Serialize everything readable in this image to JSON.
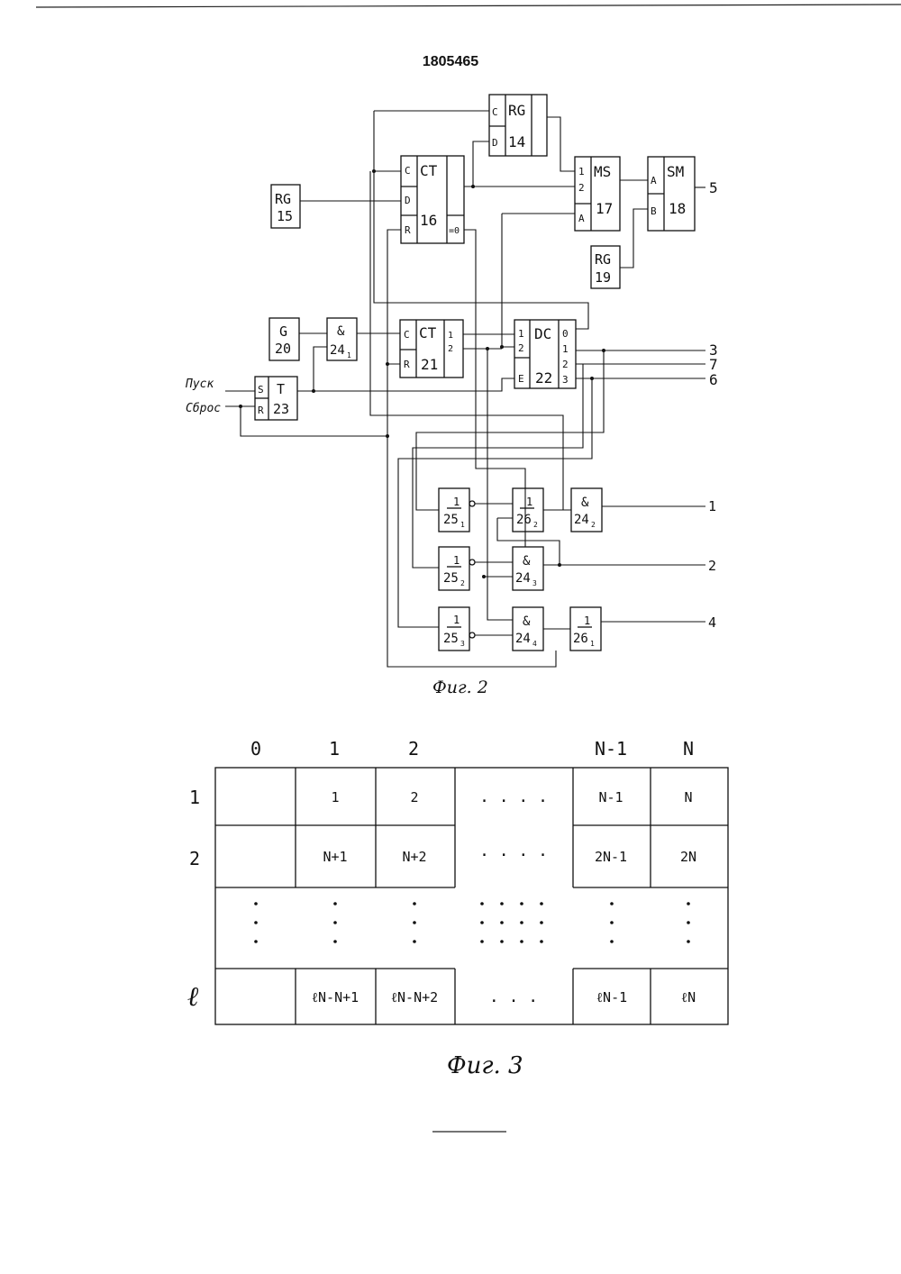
{
  "document": {
    "patent_number": "1805465",
    "fig2_caption": "Фиг. 2",
    "fig3_caption": "Фиг. 3"
  },
  "fig2": {
    "blocks": {
      "rg14": {
        "a": "RG",
        "b": "14",
        "p1": "C",
        "p2": "D"
      },
      "ct16": {
        "a": "CT",
        "b": "16",
        "p1": "C",
        "p2": "D",
        "p3": "R",
        "o1": "=0"
      },
      "rg15": {
        "a": "RG",
        "b": "15"
      },
      "ms17": {
        "a": "MS",
        "b": "17",
        "p1": "1",
        "p2": "2",
        "p3": "A"
      },
      "sm18": {
        "a": "SM",
        "b": "18",
        "p1": "A",
        "p2": "B"
      },
      "rg19": {
        "a": "RG",
        "b": "19"
      },
      "g20": {
        "a": "G",
        "b": "20"
      },
      "and241": {
        "a": "&",
        "b": "24",
        "sub": "1"
      },
      "ct21": {
        "a": "CT",
        "b": "21",
        "p1": "C",
        "p2": "R",
        "o1": "1",
        "o2": "2"
      },
      "dc22": {
        "a": "DC",
        "b": "22",
        "p1": "1",
        "p2": "2",
        "p3": "E",
        "o0": "0",
        "o1": "1",
        "o2": "2",
        "o3": "3"
      },
      "t23": {
        "a": "T",
        "b": "23",
        "p1": "S",
        "p2": "R"
      },
      "or251": {
        "a": "1",
        "b": "25",
        "sub": "1"
      },
      "or252": {
        "a": "1",
        "b": "25",
        "sub": "2"
      },
      "or253": {
        "a": "1",
        "b": "25",
        "sub": "3"
      },
      "or262": {
        "a": "1",
        "b": "26",
        "sub": "2"
      },
      "and242": {
        "a": "&",
        "b": "24",
        "sub": "2"
      },
      "and243": {
        "a": "&",
        "b": "24",
        "sub": "3"
      },
      "and244": {
        "a": "&",
        "b": "24",
        "sub": "4"
      },
      "or261": {
        "a": "1",
        "b": "26",
        "sub": "1"
      }
    },
    "inputs": {
      "start": "Пуск",
      "reset": "Сброс"
    },
    "outputs": {
      "o5": "5",
      "o3": "3",
      "o7": "7",
      "o6": "6",
      "o1": "1",
      "o2": "2",
      "o4": "4"
    }
  },
  "fig3": {
    "col_headers": [
      "0",
      "1",
      "2",
      "N-1",
      "N"
    ],
    "row_headers": [
      "1",
      "2",
      "ℓ"
    ],
    "rows": [
      [
        "",
        "1",
        "2",
        ". . . .",
        "N-1",
        "N"
      ],
      [
        "",
        "N+1",
        "N+2",
        ". . . .",
        "2N-1",
        "2N"
      ],
      [
        "ℓN-N+1",
        "ℓN-N+2",
        ". . .",
        "ℓN-1",
        "ℓN"
      ]
    ]
  }
}
